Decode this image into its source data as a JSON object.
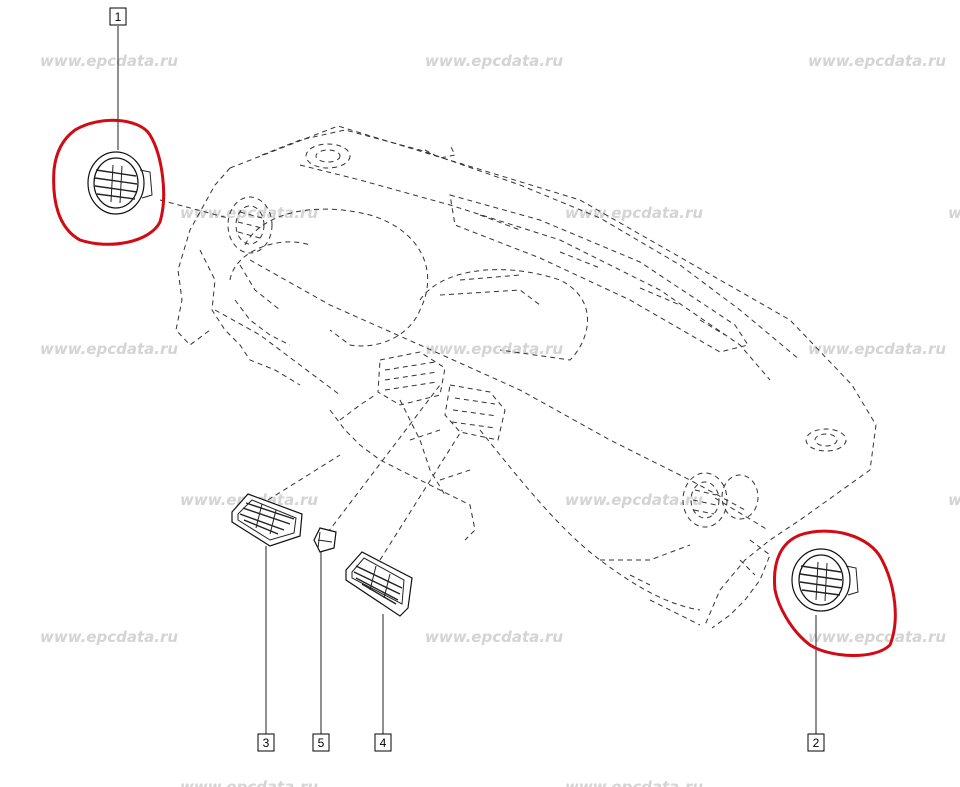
{
  "watermark": "www.epcdata.ru",
  "callouts": [
    {
      "id": "1",
      "label": "1"
    },
    {
      "id": "2",
      "label": "2"
    },
    {
      "id": "3",
      "label": "3"
    },
    {
      "id": "4",
      "label": "4"
    },
    {
      "id": "5",
      "label": "5"
    }
  ],
  "colors": {
    "highlight": "#d10a14",
    "watermark": "#d4d4d4",
    "line": "#222222"
  }
}
